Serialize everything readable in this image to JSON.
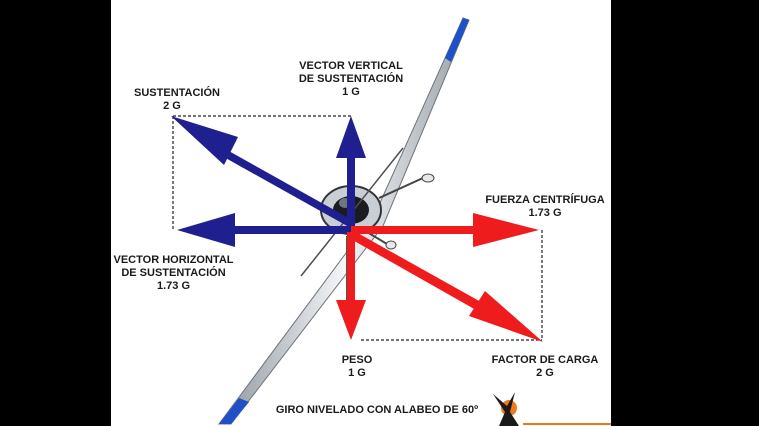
{
  "labels": {
    "sustentacion": {
      "name": "SUSTENTACIÓN",
      "value": "2 G"
    },
    "vertical": {
      "line1": "VECTOR VERTICAL",
      "line2": "DE SUSTENTACIÓN",
      "value": "1 G"
    },
    "horizontal": {
      "line1": "VECTOR HORIZONTAL",
      "line2": "DE SUSTENTACIÓN",
      "value": "1.73 G"
    },
    "centrifuga": {
      "name": "FUERZA CENTRÍFUGA",
      "value": "1.73 G"
    },
    "peso": {
      "name": "PESO",
      "value": "1 G"
    },
    "carga": {
      "name": "FACTOR DE CARGA",
      "value": "2 G"
    }
  },
  "caption": "GIRO NIVELADO CON ALABEO DE 60º",
  "colors": {
    "lift_vectors": "#1f1f8f",
    "load_vectors": "#ee1c1c",
    "aircraft": "#d9dde2",
    "wing_tip": "#2050c8",
    "logo": "#f07818"
  },
  "icons": [
    "aircraft-icon",
    "logo-icon"
  ]
}
